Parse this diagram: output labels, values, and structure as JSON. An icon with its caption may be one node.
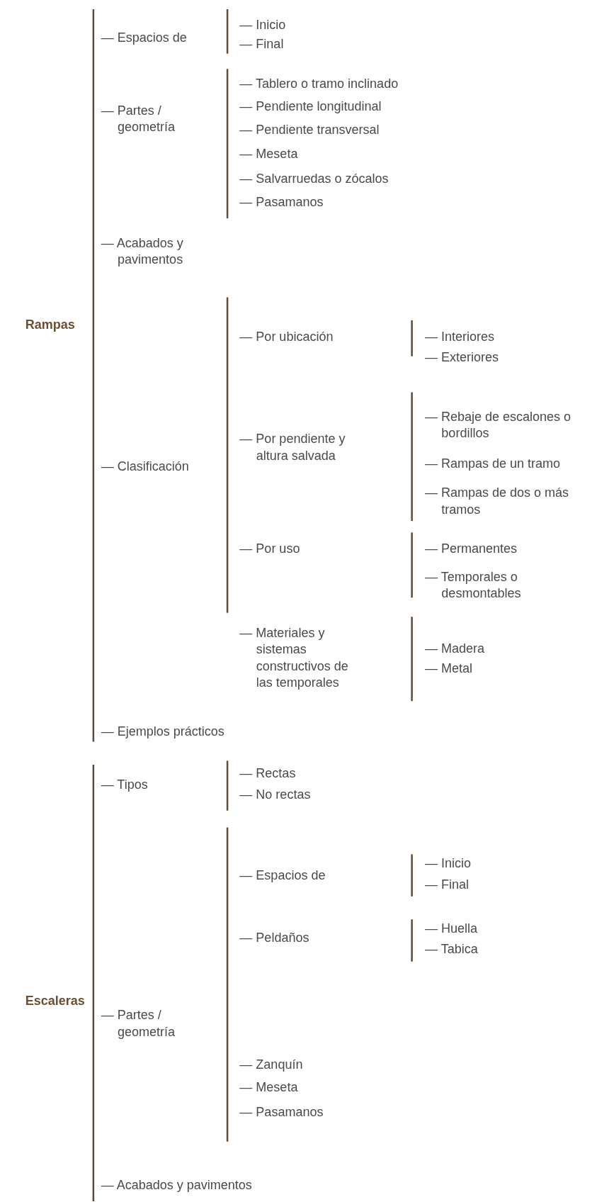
{
  "diagram": {
    "labels": [
      "Rampas",
      "— Espacios de",
      "— Inicio",
      "— Final",
      "— Partes / geometría",
      "— Tablero o tramo inclinado",
      "— Pendiente longitudinal",
      "— Pendiente transversal",
      "— Meseta",
      "— Salvarruedas o zócalos",
      "— Pasamanos",
      "— Acabados y pavimentos",
      "— Clasificación",
      "— Por ubicación",
      "— Interiores",
      "— Exteriores",
      "— Por pendiente y altura salvada",
      "— Rebaje de escalones o bordillos",
      "— Rampas de un tramo",
      "— Rampas de dos o más tramos",
      "— Por uso",
      "— Permanentes",
      "— Temporales o desmontables",
      "— Materiales y sistemas constructivos de las temporales",
      "— Madera",
      "— Metal",
      "— Ejemplos prácticos",
      "Escaleras",
      "— Tipos",
      "— Rectas",
      "— No rectas",
      "— Partes / geometría",
      "— Espacios de",
      "— Inicio",
      "— Final",
      "— Peldaños",
      "— Huella",
      "— Tabica",
      "— Zanquín",
      "— Meseta",
      "— Pasamanos",
      "— Acabados y pavimentos"
    ]
  }
}
